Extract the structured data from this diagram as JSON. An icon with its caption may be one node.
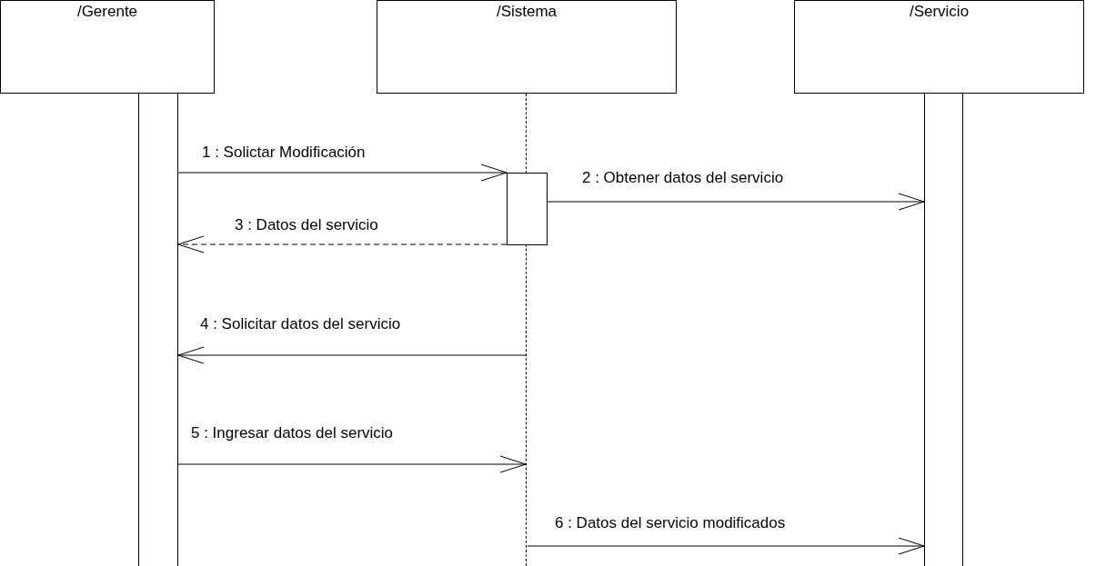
{
  "diagram": {
    "nodes": [
      {
        "text": [
          "/Gerente"
        ]
      },
      {
        "text": [
          "/Sistema"
        ]
      },
      {
        "text": [
          "/Servicio"
        ]
      },
      {
        "text": [],
        "shape": "bar"
      },
      {
        "text": [],
        "shape": "bar"
      },
      {
        "text": [],
        "shape": "bar"
      },
      {
        "text": [],
        "shape": "line"
      }
    ],
    "edges": [
      {
        "from": 3,
        "to": 4,
        "arrow": "to",
        "label": "1 : Solictar Modificación"
      },
      {
        "from": 4,
        "to": 5,
        "arrow": "to",
        "label": "2 : Obtener datos del servicio"
      },
      {
        "from": 4,
        "to": 3,
        "arrow": "to",
        "label": "3 : Datos del servicio",
        "style": "dashed"
      },
      {
        "from": 6,
        "to": 3,
        "arrow": "to",
        "label": "4 : Solicitar datos del servicio"
      },
      {
        "from": 3,
        "to": 6,
        "arrow": "to",
        "label": "5 : Ingresar datos del servicio"
      },
      {
        "from": 6,
        "to": 5,
        "arrow": "to",
        "label": "6 : Datos del servicio modificados"
      }
    ]
  }
}
